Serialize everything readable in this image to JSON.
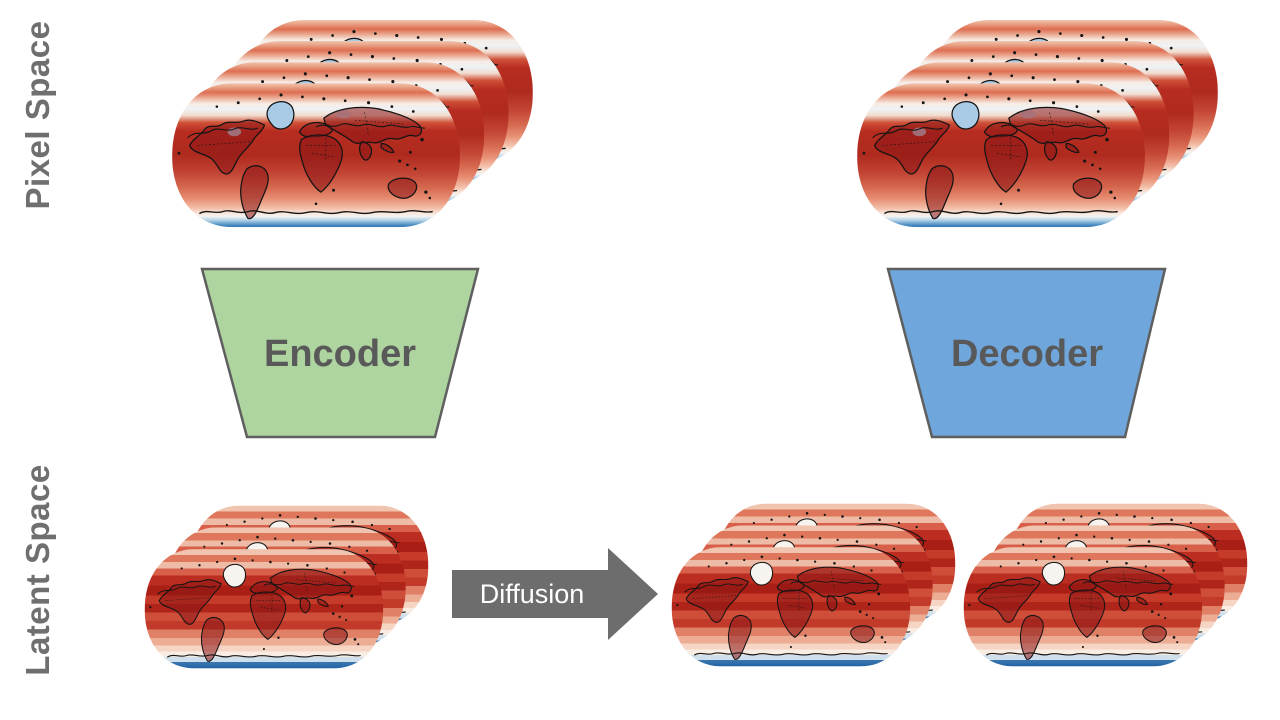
{
  "diagram": {
    "background": "#ffffff",
    "pixel_space_label": "Pixel Space",
    "latent_space_label": "Latent Space",
    "side_label_color": "#6f6f6f",
    "encoder": {
      "label": "Encoder",
      "fill": "#aed4a0",
      "stroke": "#5f5f5f",
      "text_color": "#595959"
    },
    "decoder": {
      "label": "Decoder",
      "fill": "#6fa6dc",
      "stroke": "#5f5f5f",
      "text_color": "#595959"
    },
    "diffusion_arrow": {
      "label": "Diffusion",
      "fill": "#6d6d6d",
      "text_color": "#ffffff",
      "direction": "right"
    },
    "pixel_space_stacks": [
      {
        "id": "pixel-input-stack",
        "frames": 4,
        "content": "global temperature field, Robinson projection, warm red anomalies, white northern band, blue Antarctica"
      },
      {
        "id": "pixel-output-stack",
        "frames": 4,
        "content": "global temperature field, Robinson projection, warm red anomalies, white northern band, blue Antarctica"
      }
    ],
    "latent_space_stacks": [
      {
        "id": "latent-input-stack",
        "frames": 3,
        "content": "coarse horizontally-banded latent temperature map"
      },
      {
        "id": "latent-diffused-stack",
        "frames": 3,
        "content": "coarse horizontally-banded latent temperature map"
      },
      {
        "id": "latent-output-stack",
        "frames": 3,
        "content": "coarse horizontally-banded latent temperature map"
      }
    ],
    "map_palette": {
      "ocean_warm": "#c23a2b",
      "continent": "#8c1616",
      "coastline": "#141414",
      "north_band_white": "#f0f2f3",
      "greenland_pixel": "#a9cbe6",
      "greenland_latent": "#f7f3ee",
      "polar_ice_blue": "#1d5fa4"
    }
  }
}
